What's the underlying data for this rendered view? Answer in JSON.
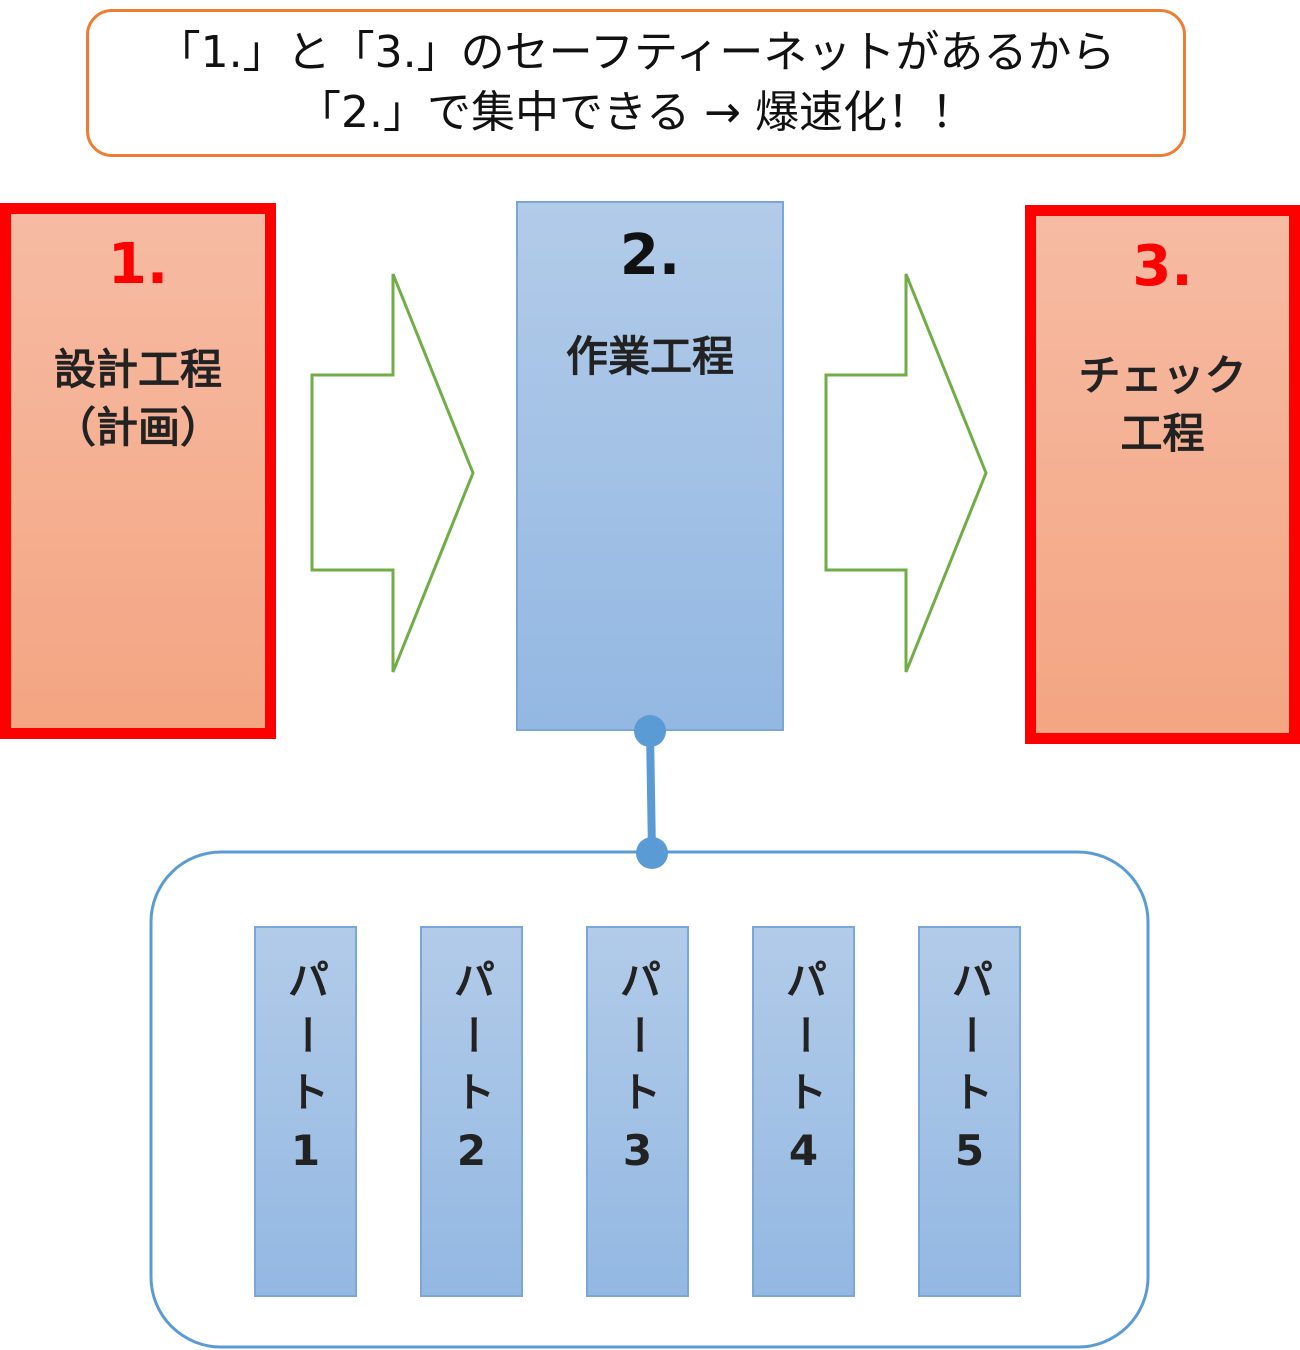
{
  "banner": {
    "line1": "「1.」と「3.」のセーフティーネットがあるから",
    "line2": "「2.」で集中できる → 爆速化！！"
  },
  "steps": [
    {
      "number": "1.",
      "label": "設計工程",
      "sublabel": "（計画）"
    },
    {
      "number": "2.",
      "label": "作業工程"
    },
    {
      "number": "3.",
      "label": "チェック",
      "sublabel": "工程"
    }
  ],
  "parts": [
    "パート1",
    "パート2",
    "パート3",
    "パート4",
    "パート5"
  ],
  "colors": {
    "red": "#ff0000",
    "orange": "#ed7d31",
    "green": "#70ad47",
    "blue": "#5b9bd5"
  }
}
